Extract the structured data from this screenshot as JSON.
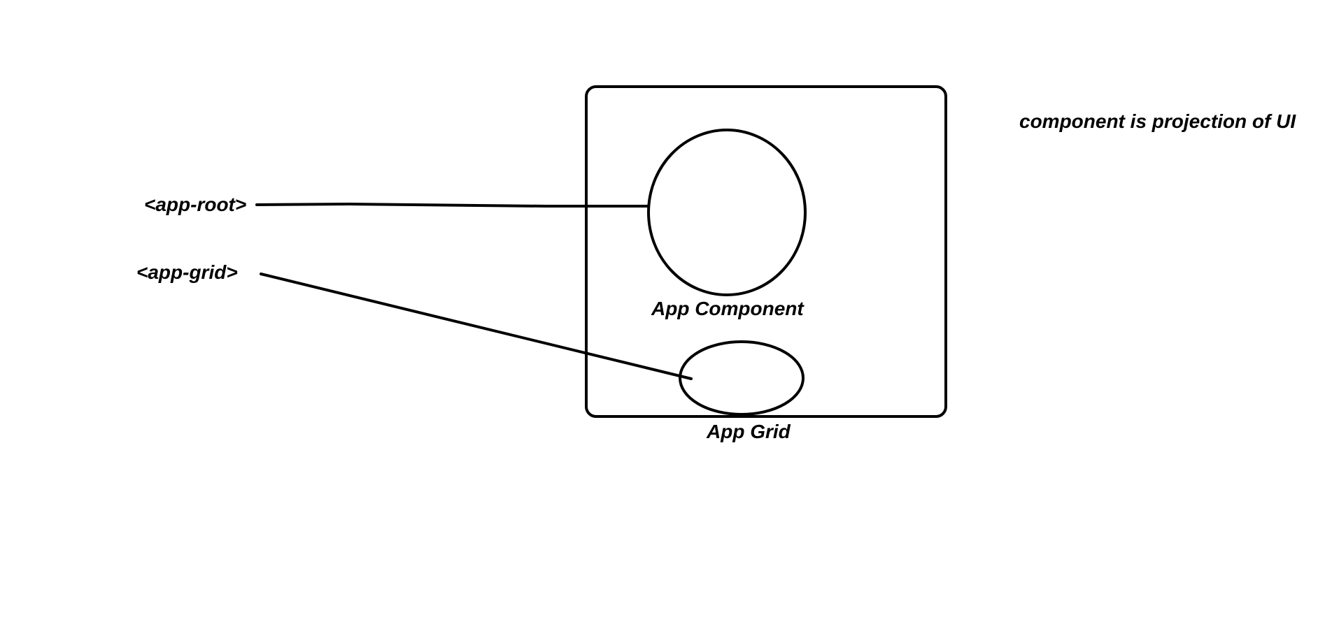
{
  "diagram": {
    "note": "component is projection of UI",
    "tags": {
      "root": "<app-root>",
      "grid": "<app-grid>"
    },
    "shapes": {
      "app_component": "App Component",
      "app_grid": "App Grid"
    },
    "colors": {
      "stroke": "#000000",
      "background": "#ffffff"
    }
  }
}
